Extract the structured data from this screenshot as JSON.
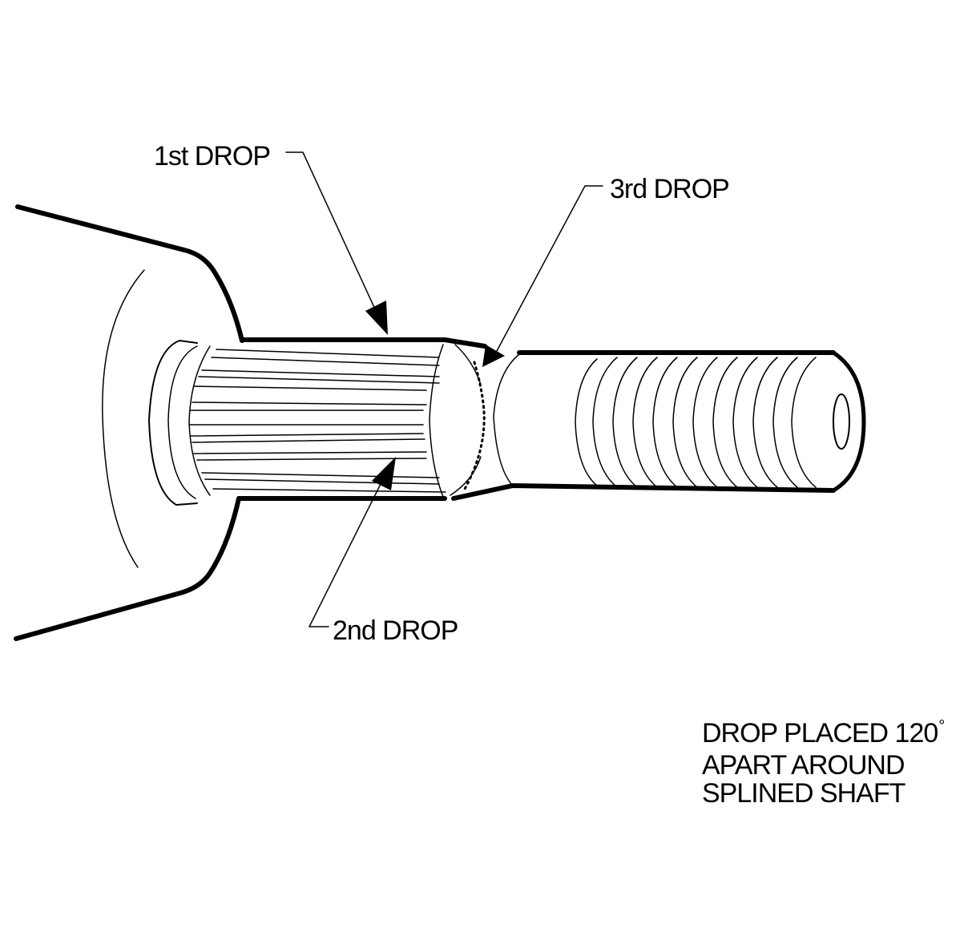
{
  "labels": {
    "drop1": "1st DROP",
    "drop2": "2nd DROP",
    "drop3": "3rd DROP"
  },
  "note": {
    "line1": "DROP PLACED 120",
    "degree": "°",
    "line2": "APART AROUND",
    "line3": "SPLINED SHAFT"
  }
}
